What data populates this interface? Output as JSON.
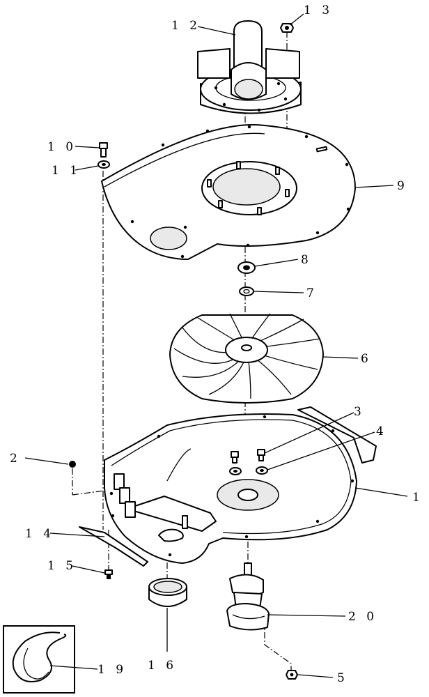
{
  "callouts": {
    "c1": "1",
    "c2": "2",
    "c3": "3",
    "c4": "4",
    "c5": "5",
    "c6": "6",
    "c7": "7",
    "c8": "8",
    "c9": "9",
    "c10": "1 0",
    "c11": "1 1",
    "c12": "1 2",
    "c13": "1 3",
    "c14": "1 4",
    "c15": "1 5",
    "c16": "1 6",
    "c19": "1 9",
    "c20": "2 0"
  }
}
